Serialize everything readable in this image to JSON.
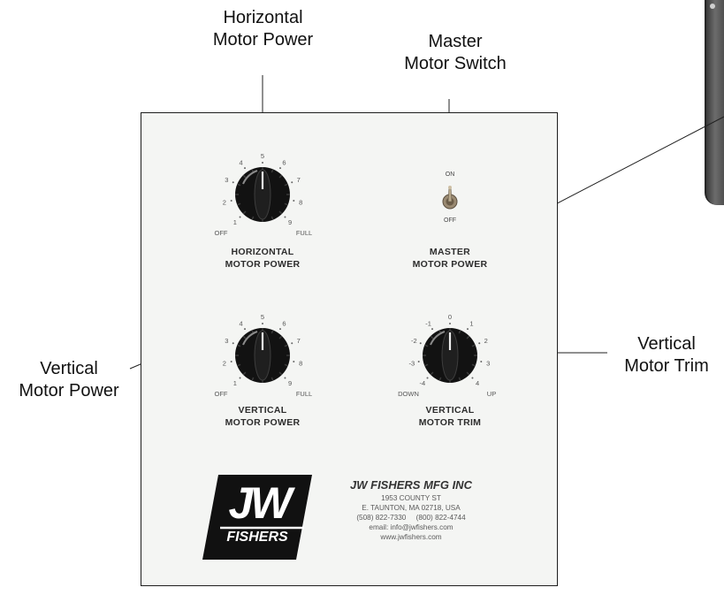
{
  "callouts": {
    "horizontal_motor_power": [
      "Horizontal",
      "Motor Power"
    ],
    "master_motor_switch": [
      "Master",
      "Motor Switch"
    ],
    "vertical_motor_power": [
      "Vertical",
      "Motor Power"
    ],
    "vertical_motor_trim": [
      "Vertical",
      "Motor Trim"
    ]
  },
  "panel": {
    "knobs": {
      "horizontal_power": {
        "ticks": [
          "1",
          "2",
          "3",
          "4",
          "5",
          "6",
          "7",
          "8",
          "9"
        ],
        "min_label": "OFF",
        "max_label": "FULL",
        "label": [
          "HORIZONTAL",
          "MOTOR POWER"
        ]
      },
      "vertical_power": {
        "ticks": [
          "1",
          "2",
          "3",
          "4",
          "5",
          "6",
          "7",
          "8",
          "9"
        ],
        "min_label": "OFF",
        "max_label": "FULL",
        "label": [
          "VERTICAL",
          "MOTOR POWER"
        ]
      },
      "vertical_trim": {
        "ticks": [
          "-4",
          "-3",
          "-2",
          "-1",
          "0",
          "1",
          "2",
          "3",
          "4"
        ],
        "min_label": "DOWN",
        "max_label": "UP",
        "label": [
          "VERTICAL",
          "MOTOR TRIM"
        ]
      }
    },
    "switch": {
      "on_label": "ON",
      "off_label": "OFF",
      "label": [
        "MASTER",
        "MOTOR POWER"
      ]
    },
    "logo": {
      "top": "JW",
      "bottom": "FISHERS"
    },
    "company": {
      "name": "JW FISHERS MFG INC",
      "address1": "1953 COUNTY ST",
      "address2": "E. TAUNTON, MA 02718, USA",
      "phone": "(508) 822-7330     (800) 822-4744",
      "email": "email: info@jwfishers.com",
      "web": "www.jwfishers.com"
    }
  },
  "colors": {
    "panel_bg": "#f4f5f3",
    "knob": "#121212",
    "logo_bg": "#111111"
  }
}
